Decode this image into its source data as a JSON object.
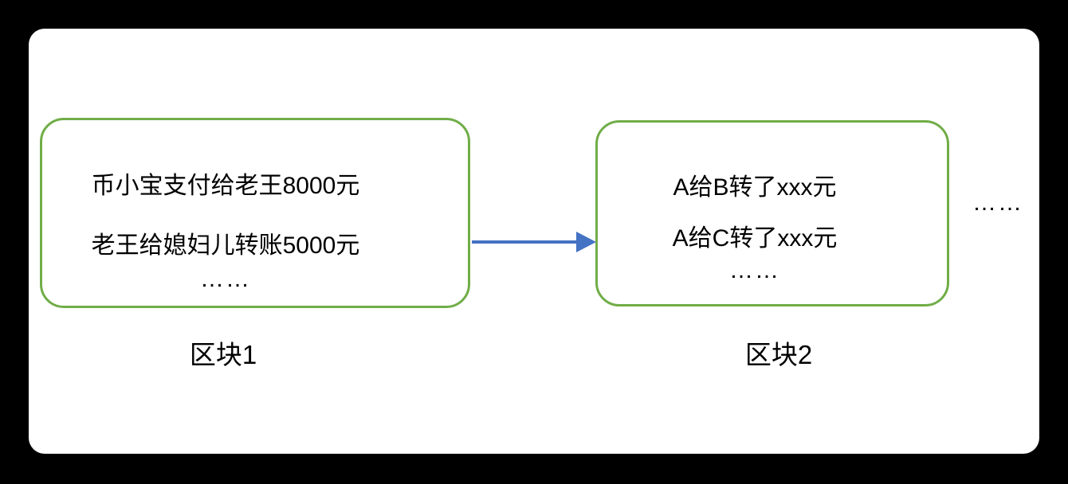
{
  "diagram": {
    "page_background": "#000000",
    "surface_background": "#ffffff",
    "block1": {
      "label": "区块1",
      "border_color": "#70ad47",
      "lines": [
        "币小宝支付给老王8000元",
        "老王给媳妇儿转账5000元",
        "……"
      ]
    },
    "block2": {
      "label": "区块2",
      "border_color": "#70ad47",
      "lines": [
        "A给B转了xxx元",
        "A给C转了xxx元",
        "……"
      ]
    },
    "arrow": {
      "color": "#4472c4",
      "direction": "right"
    },
    "continuation_dots": "……"
  }
}
